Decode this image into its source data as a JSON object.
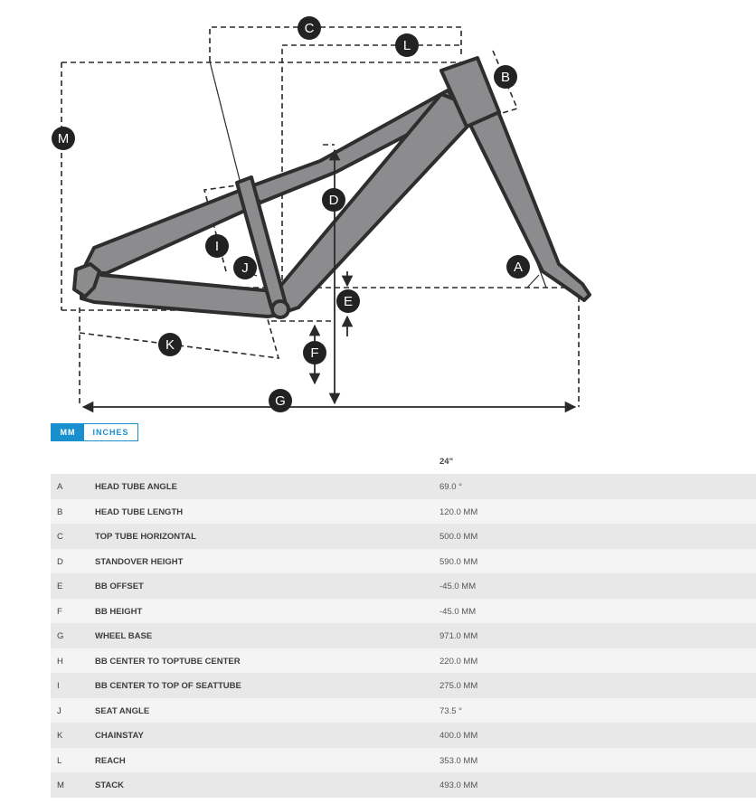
{
  "diagram": {
    "labels": [
      "A",
      "B",
      "C",
      "D",
      "E",
      "F",
      "G",
      "I",
      "J",
      "K",
      "L",
      "M"
    ]
  },
  "units": {
    "mm_label": "MM",
    "inches_label": "INCHES",
    "active": "MM"
  },
  "table": {
    "column_header": "24\"",
    "rows": [
      {
        "letter": "A",
        "label": "HEAD TUBE ANGLE",
        "value": "69.0 °"
      },
      {
        "letter": "B",
        "label": "HEAD TUBE LENGTH",
        "value": "120.0 MM"
      },
      {
        "letter": "C",
        "label": "TOP TUBE HORIZONTAL",
        "value": "500.0 MM"
      },
      {
        "letter": "D",
        "label": "STANDOVER HEIGHT",
        "value": "590.0 MM"
      },
      {
        "letter": "E",
        "label": "BB OFFSET",
        "value": "-45.0 MM"
      },
      {
        "letter": "F",
        "label": "BB HEIGHT",
        "value": "-45.0 MM"
      },
      {
        "letter": "G",
        "label": "WHEEL BASE",
        "value": "971.0 MM"
      },
      {
        "letter": "H",
        "label": "BB CENTER TO TOPTUBE CENTER",
        "value": "220.0 MM"
      },
      {
        "letter": "I",
        "label": "BB CENTER TO TOP OF SEATTUBE",
        "value": "275.0 MM"
      },
      {
        "letter": "J",
        "label": "SEAT ANGLE",
        "value": "73.5 °"
      },
      {
        "letter": "K",
        "label": "CHAINSTAY",
        "value": "400.0 MM"
      },
      {
        "letter": "L",
        "label": "REACH",
        "value": "353.0 MM"
      },
      {
        "letter": "M",
        "label": "STACK",
        "value": "493.0 MM"
      }
    ]
  }
}
